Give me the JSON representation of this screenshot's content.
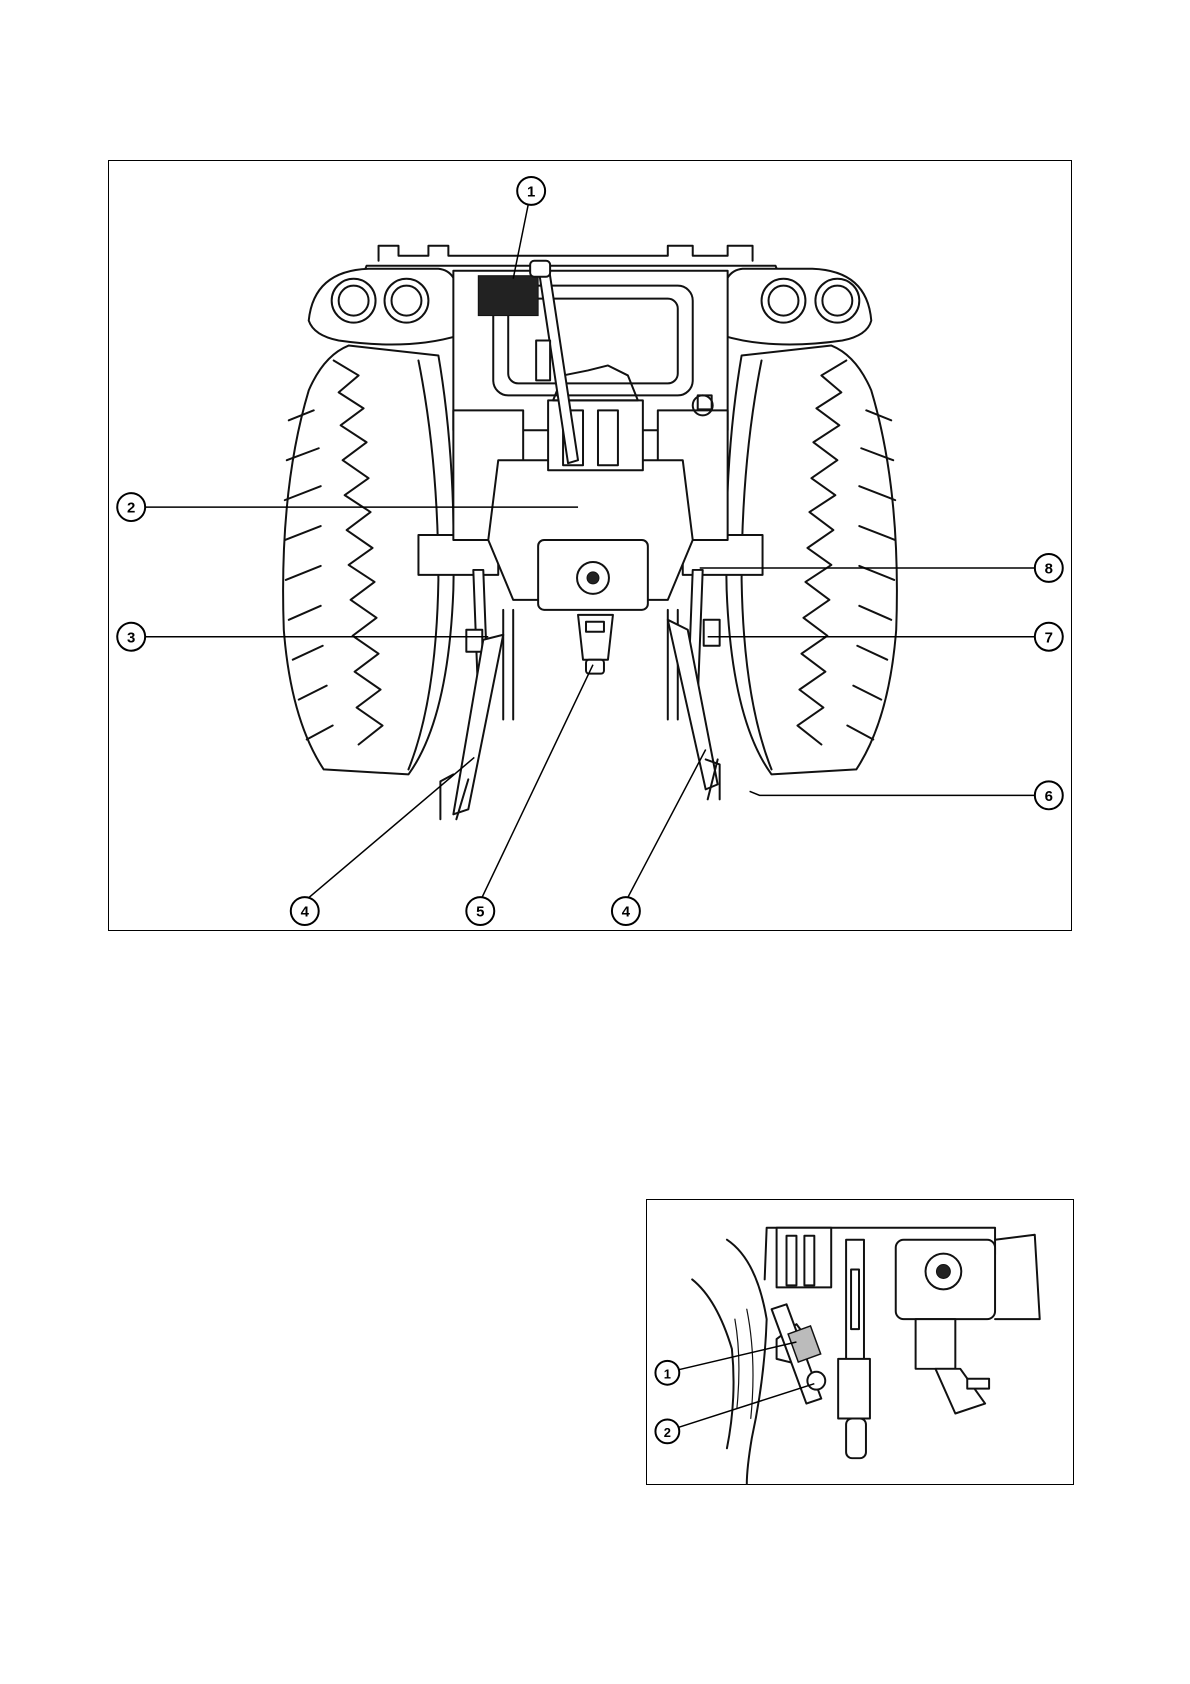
{
  "main_figure": {
    "callouts": [
      "1",
      "2",
      "3",
      "4",
      "5",
      "4",
      "6",
      "7",
      "8"
    ]
  },
  "detail_figure": {
    "callouts": [
      "1",
      "2"
    ]
  }
}
